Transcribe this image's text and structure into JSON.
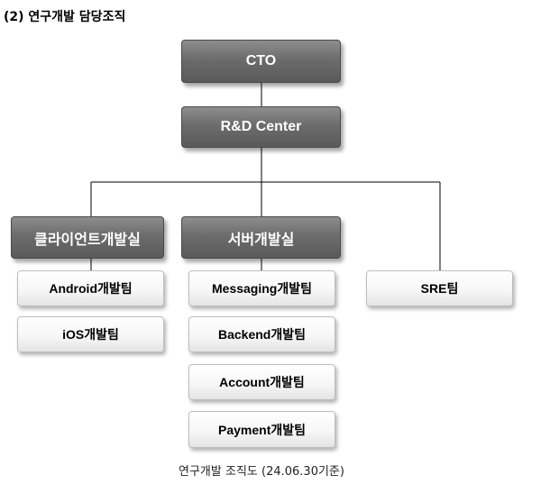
{
  "heading": "(2) 연구개발 담당조직",
  "nodes": {
    "cto": "CTO",
    "rnd_center": "R&D Center",
    "client_dev_room": "클라이언트개발실",
    "server_dev_room": "서버개발실",
    "android_team": "Android개발팀",
    "ios_team": "iOS개발팀",
    "messaging_team": "Messaging개발팀",
    "backend_team": "Backend개발팀",
    "account_team": "Account개발팀",
    "payment_team": "Payment개발팀",
    "sre_team": "SRE팀"
  },
  "caption": "연구개발 조직도 (24.06.30기준)"
}
